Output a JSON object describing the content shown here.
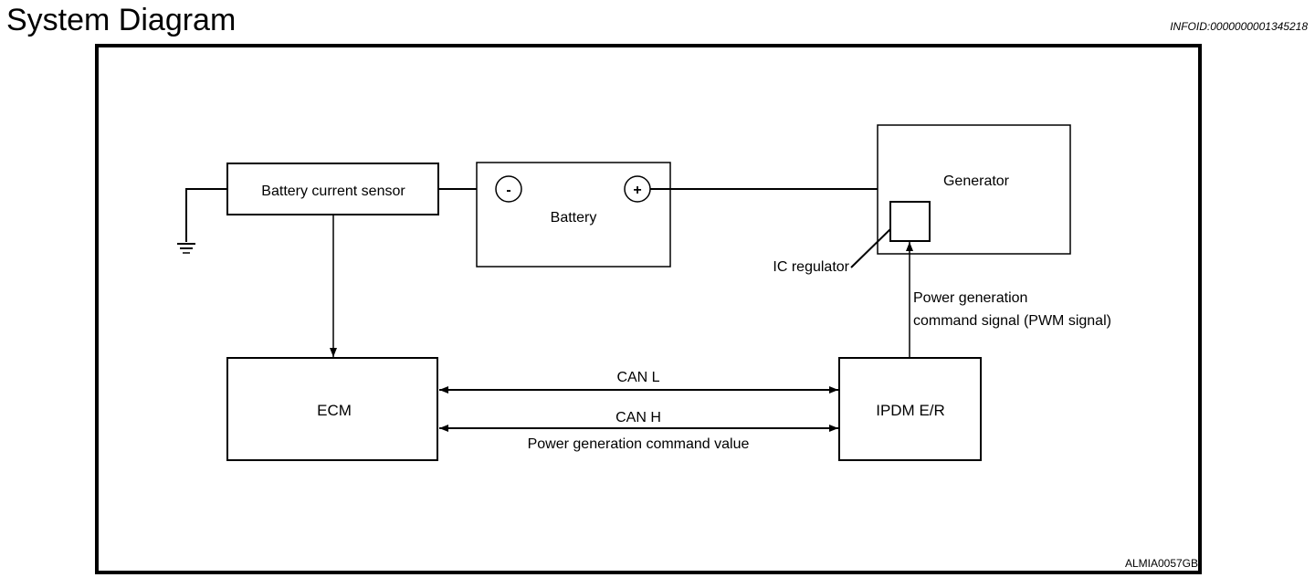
{
  "header": {
    "title": "System Diagram",
    "info_id": "INFOID:0000000001345218"
  },
  "diagram": {
    "components": {
      "battery_current_sensor": "Battery current sensor",
      "battery": "Battery",
      "battery_neg_terminal": "-",
      "battery_pos_terminal": "+",
      "generator": "Generator",
      "ic_regulator": "IC regulator",
      "ecm": "ECM",
      "ipdm": "IPDM E/R"
    },
    "signals": {
      "pwm_line1": "Power generation",
      "pwm_line2": "command signal (PWM signal)",
      "can_l": "CAN L",
      "can_h": "CAN H",
      "command_value": "Power generation command value"
    },
    "figure_code": "ALMIA0057GB"
  }
}
